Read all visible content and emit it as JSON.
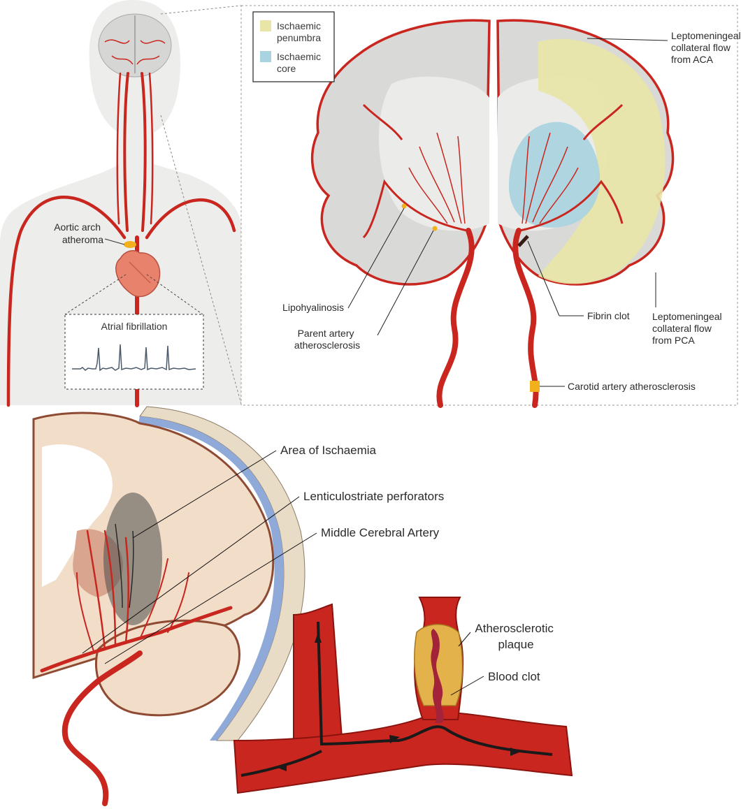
{
  "legend": {
    "penumbra": {
      "label_line1": "Ischaemic",
      "label_line2": "penumbra",
      "color": "#e8e6a6"
    },
    "core": {
      "label_line1": "Ischaemic",
      "label_line2": "core",
      "color": "#a9d3df"
    }
  },
  "body_panel": {
    "aortic_label_line1": "Aortic arch",
    "aortic_label_line2": "atheroma",
    "ecg_title": "Atrial fibrillation"
  },
  "brain_panel": {
    "aca_line1": "Leptomeningeal",
    "aca_line2": "collateral flow",
    "aca_line3": "from ACA",
    "lipohyalinosis": "Lipohyalinosis",
    "parent_line1": "Parent artery",
    "parent_line2": "atherosclerosis",
    "fibrin": "Fibrin clot",
    "pca_line1": "Leptomeningeal",
    "pca_line2": "collateral flow",
    "pca_line3": "from PCA",
    "carotid": "Carotid artery atherosclerosis"
  },
  "lower_panel": {
    "ischaemia": "Area of Ischaemia",
    "lenticulostriate": "Lenticulostriate perforators",
    "mca": "Middle Cerebral Artery",
    "plaque_line1": "Atherosclerotic",
    "plaque_line2": "plaque",
    "clot": "Blood clot"
  },
  "colors": {
    "artery": "#c8261e",
    "brain_grey": "#d9d9d7",
    "brain_tissue": "#f2ddc8",
    "penumbra": "#e8e6a6",
    "core": "#a9d3df"
  }
}
